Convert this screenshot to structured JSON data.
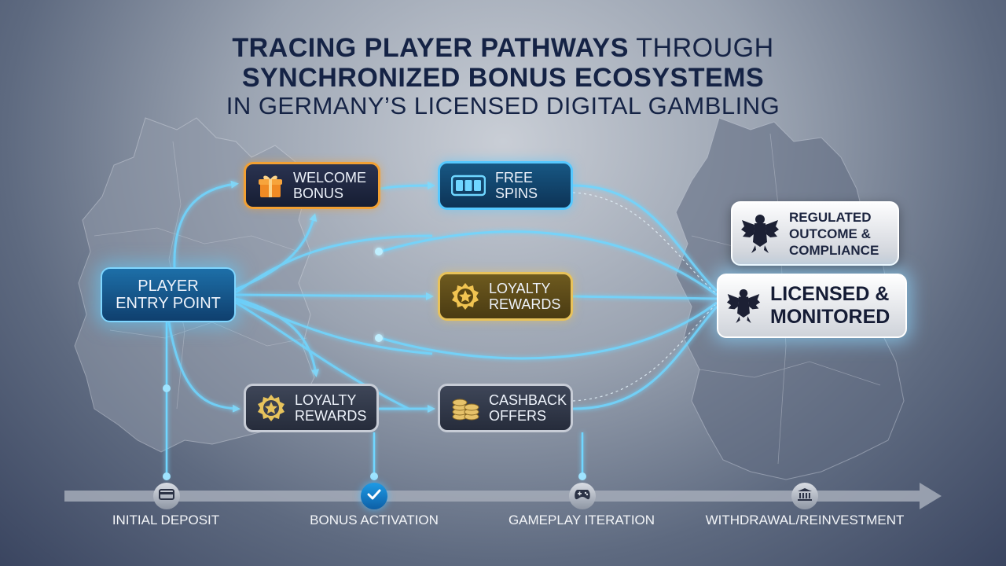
{
  "title": {
    "line1_bold": "TRACING PLAYER PATHWAYS",
    "line1_rest": " THROUGH",
    "line2": "SYNCHRONIZED BONUS ECOSYSTEMS",
    "line3": "IN GERMANY’S LICENSED DIGITAL GAMBLING"
  },
  "nodes": {
    "entry": {
      "line1": "PLAYER",
      "line2": "ENTRY POINT"
    },
    "welcome": {
      "line1": "WELCOME",
      "line2": "BONUS",
      "icon": "gift-icon"
    },
    "spins": {
      "line1": "FREE",
      "line2": "SPINS",
      "icon": "slot-machine-icon"
    },
    "loyalty_mid": {
      "line1": "LOYALTY",
      "line2": "REWARDS",
      "icon": "star-badge-icon"
    },
    "loyalty_low": {
      "line1": "LOYALTY",
      "line2": "REWARDS",
      "icon": "star-badge-icon"
    },
    "cashback": {
      "line1": "CASHBACK",
      "line2": "OFFERS",
      "icon": "coin-stack-icon"
    },
    "regulated": {
      "line1": "REGULATED",
      "line2": "OUTCOME &",
      "line3": "COMPLIANCE",
      "icon": "federal-eagle-icon"
    },
    "licensed": {
      "line1": "LICENSED &",
      "line2": "MONITORED",
      "icon": "federal-eagle-icon"
    }
  },
  "timeline": [
    {
      "label": "INITIAL DEPOSIT",
      "icon": "card-icon"
    },
    {
      "label": "BONUS ACTIVATION",
      "icon": "check-icon"
    },
    {
      "label": "GAMEPLAY ITERATION",
      "icon": "gamepad-icon"
    },
    {
      "label": "WITHDRAWAL/REINVESTMENT",
      "icon": "bank-icon"
    }
  ],
  "colors": {
    "flow": "#5fd0ff",
    "title": "#152345",
    "welcome_border": "#f2a033",
    "spins_border": "#56c8ff",
    "loyalty_border": "#e8c25a"
  }
}
